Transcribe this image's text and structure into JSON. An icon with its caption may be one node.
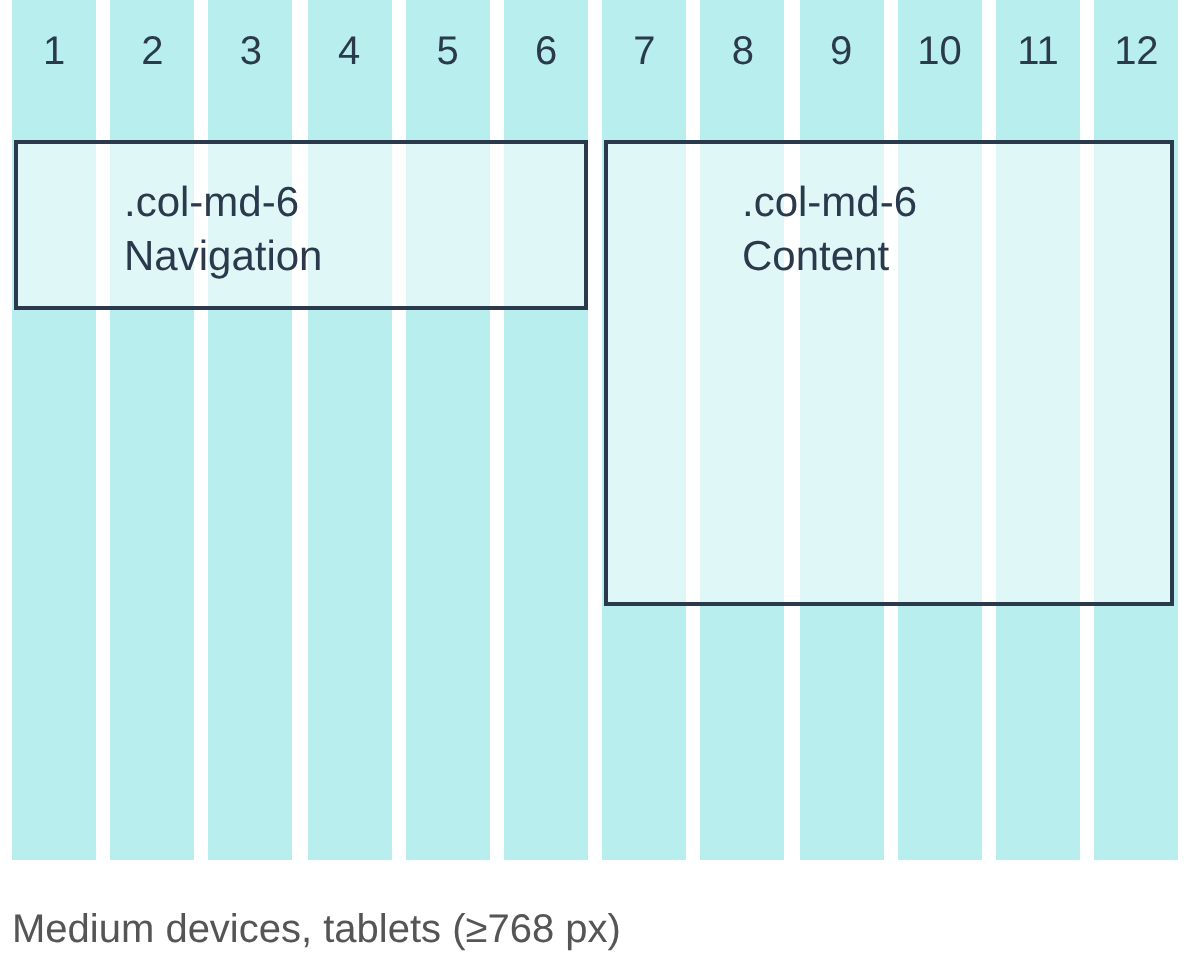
{
  "diagram": {
    "caption": "Medium devices, tablets (≥768 px)",
    "nodes": [
      {
        "text": [
          ".col-md-6",
          "Navigation"
        ]
      },
      {
        "text": [
          ".col-md-6",
          "Content"
        ]
      }
    ],
    "labels": [
      "1",
      "2",
      "3",
      "4",
      "5",
      "6",
      "7",
      "8",
      "9",
      "10",
      "11",
      "12"
    ]
  }
}
